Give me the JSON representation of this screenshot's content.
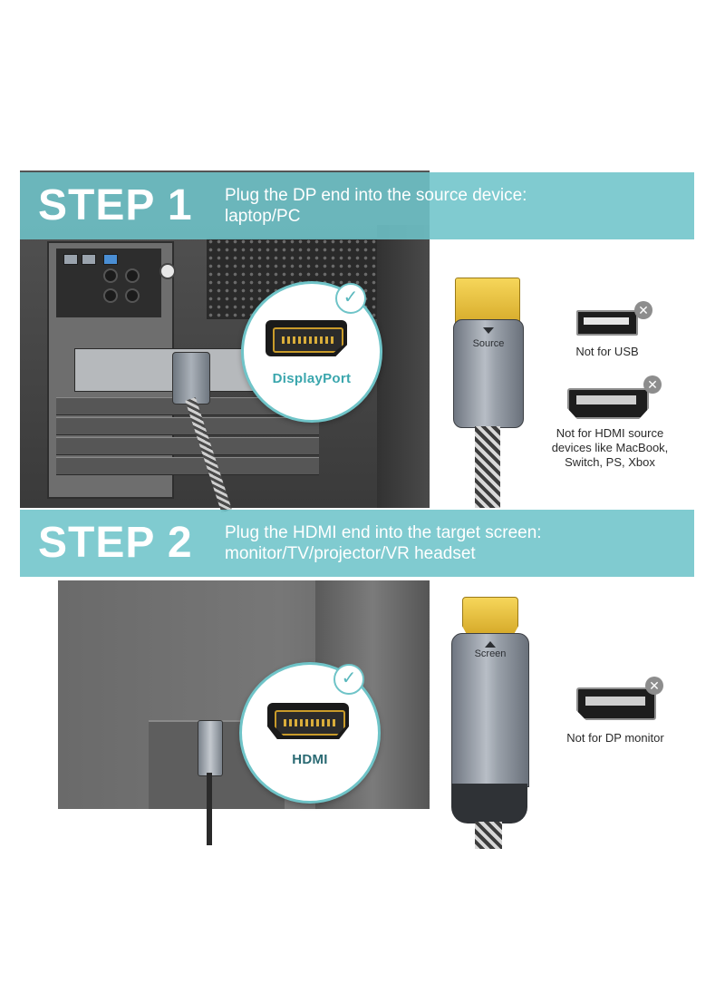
{
  "step1": {
    "title": "STEP 1",
    "description_line1": "Plug the DP end into the source device:",
    "description_line2": "laptop/PC",
    "zoom_label": "DisplayPort",
    "connector_label": "Source",
    "not_for": [
      {
        "text_lines": [
          "Not for USB"
        ],
        "icon": "usb-port-icon"
      },
      {
        "text_lines": [
          "Not for HDMI source",
          "devices like MacBook,",
          "Switch, PS, Xbox"
        ],
        "icon": "hdmi-port-icon"
      }
    ]
  },
  "step2": {
    "title": "STEP 2",
    "description_line1": "Plug the HDMI end into the target screen:",
    "description_line2": "monitor/TV/projector/VR headset",
    "zoom_label": "HDMI",
    "connector_label": "Screen",
    "not_for": [
      {
        "text_lines": [
          "Not for DP monitor"
        ],
        "icon": "displayport-port-icon"
      }
    ]
  },
  "colors": {
    "banner": "#6ec4c9",
    "accent_text": "#3aa6ad",
    "gold": "#d3a625"
  }
}
